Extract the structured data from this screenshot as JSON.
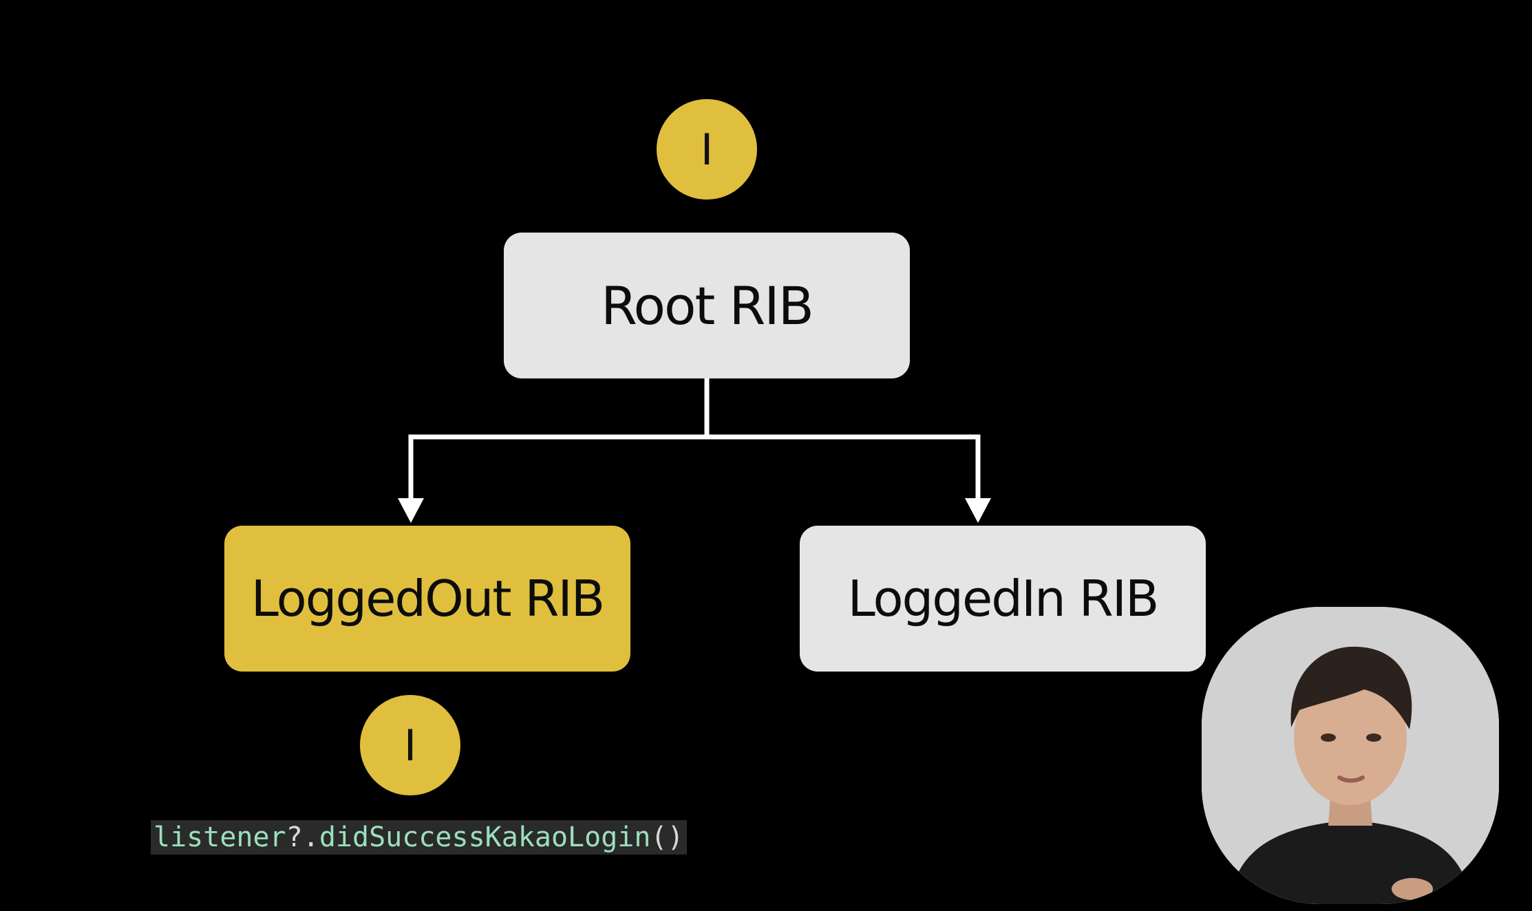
{
  "diagram": {
    "root_node": {
      "label": "Root RIB"
    },
    "child_nodes": [
      {
        "id": "loggedout",
        "label": "LoggedOut RIB",
        "highlighted": true
      },
      {
        "id": "loggedin",
        "label": "LoggedIn RIB",
        "highlighted": false
      }
    ],
    "interface_badges": [
      {
        "id": "top",
        "label": "I"
      },
      {
        "id": "bottom",
        "label": "I"
      }
    ],
    "code_snippet": {
      "parts": [
        "listener",
        "?.",
        "didSuccessKakaoLogin",
        "()"
      ]
    }
  },
  "colors": {
    "background": "#000000",
    "node_default": "#e5e5e5",
    "node_highlight": "#e0bf3e",
    "connector": "#ffffff",
    "code_identifier": "#9be0bb",
    "code_punctuation": "#d9d9d9"
  },
  "presenter_overlay": {
    "description_icon": "presenter-video-icon"
  }
}
